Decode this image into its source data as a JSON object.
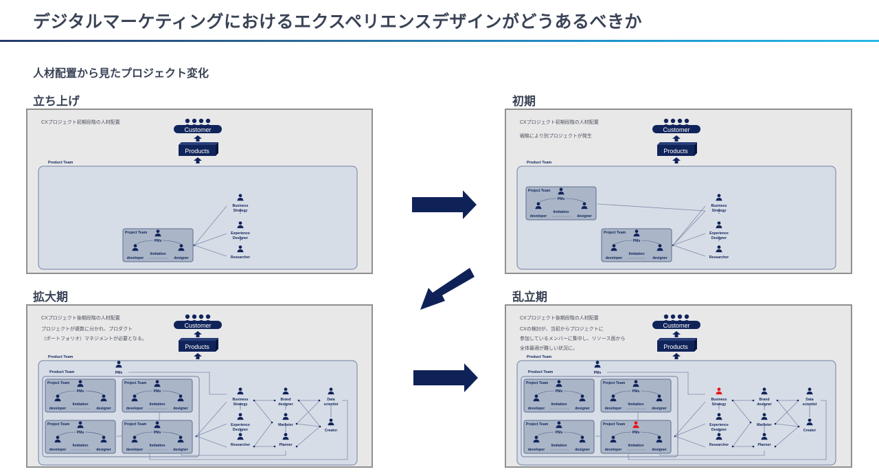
{
  "page": {
    "title": "デジタルマーケティングにおけるエクスペリエンスデザインがどうあるべきか",
    "subtitle": "人材配置から見たプロジェクト変化"
  },
  "colors": {
    "navy": "#10245a",
    "panel_bg": "#e8e8e9",
    "team_bg": "#d7dde7",
    "project_bg": "#aab6c8",
    "highlight": "#e8141b",
    "rule_start": "#243a6b",
    "rule_end": "#29b7e8"
  },
  "common": {
    "customer": "Customer",
    "products": "Products",
    "product_team": "Product Team",
    "project_team": "Project Team",
    "pms": "PMs",
    "developer": "developer",
    "designer": "designer",
    "limitation": "limitation",
    "business_strategy": [
      "Business",
      "Strategy"
    ],
    "experience_designer": [
      "Experience",
      "Designer"
    ],
    "researcher": "Researcher",
    "brand_designer": [
      "Brand",
      "designer"
    ],
    "marketer": "Marketer",
    "planner": "Planner",
    "data_scientist": [
      "Data",
      "scientist"
    ],
    "creator": "Creator"
  },
  "stages": [
    {
      "label": "立ち上げ",
      "notes": [
        "CXプロジェクト初期段階の人材配置"
      ]
    },
    {
      "label": "初期",
      "notes": [
        "CXプロジェクト初期段階の人材配置",
        "戦略により別プロジェクトが発生"
      ]
    },
    {
      "label": "拡大期",
      "notes": [
        "CXプロジェクト後期段階の人材配置",
        "プロジェクトが複数に分かれ、プロダクト",
        "（ポートフォリオ）マネジメントが必要となる。"
      ]
    },
    {
      "label": "乱立期",
      "notes": [
        "CXプロジェクト後期段階の人材配置",
        "CXの検討が、当初からプロジェクトに",
        "参加しているメンバーに集中し、リソース面から",
        "全体最適が難しい状況に。"
      ]
    }
  ],
  "transitions": [
    {
      "from": "立ち上げ",
      "to": "初期",
      "direction": "right"
    },
    {
      "from": "初期",
      "to": "拡大期",
      "direction": "down-left"
    },
    {
      "from": "拡大期",
      "to": "乱立期",
      "direction": "right"
    }
  ]
}
